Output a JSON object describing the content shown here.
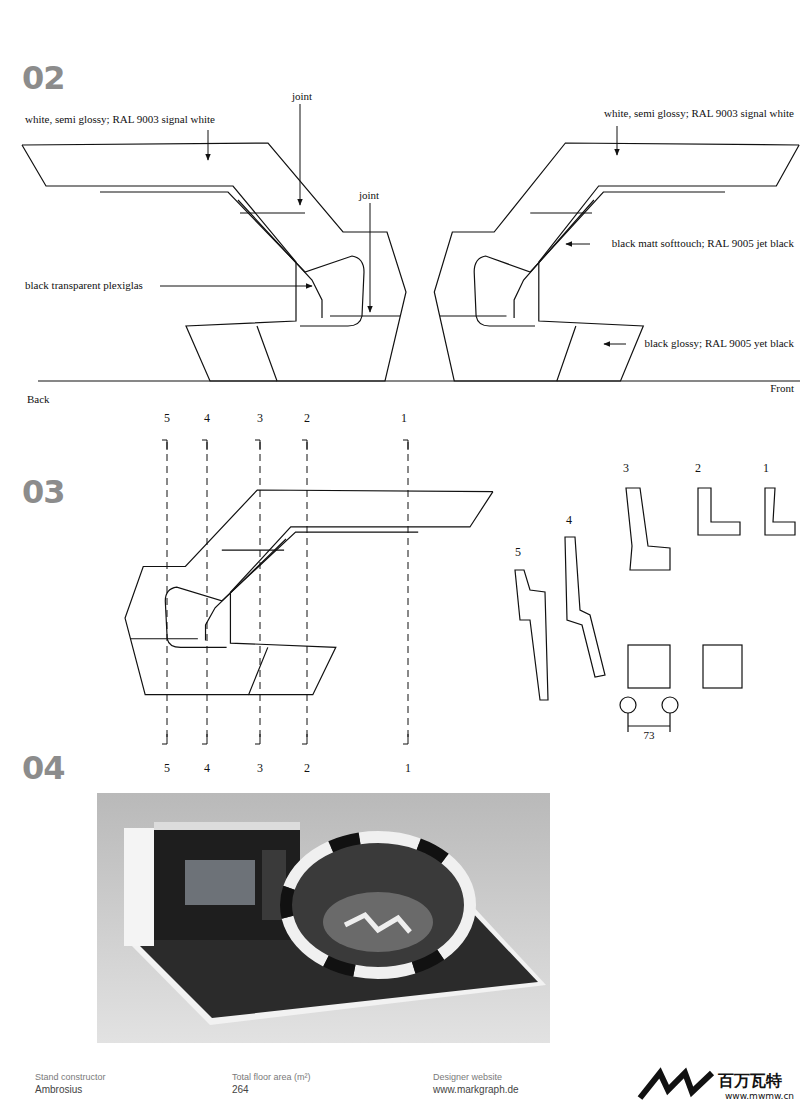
{
  "diagram": {
    "labels": [
      "02",
      "white, semi glossy; RAL 9003 signal white",
      "joint",
      "white, semi glossy; RAL 9003 signal white",
      "joint",
      "black transparent plexiglas",
      "black matt softtouch; RAL 9005 jet black",
      "black glossy; RAL 9005 yet black",
      "Back",
      "Front",
      "03",
      "5",
      "4",
      "3",
      "2",
      "1",
      "5",
      "4",
      "3",
      "2",
      "1",
      "3",
      "2",
      "1",
      "4",
      "5",
      "73",
      "04",
      "Stand constructor",
      "Ambrosius",
      "Total floor area (m²)",
      "264",
      "Designer website",
      "www.markgraph.de",
      "百万瓦特",
      "www.mwmw.cn"
    ]
  }
}
